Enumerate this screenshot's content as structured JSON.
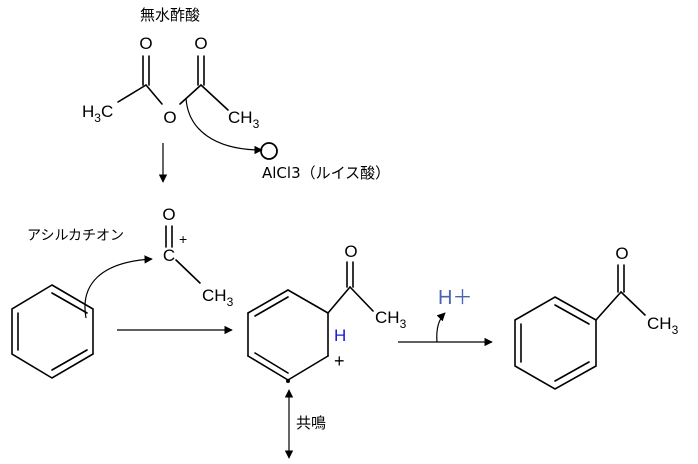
{
  "labels": {
    "anhydride_name": "無水酢酸",
    "lewis_acid": "AlCl3（ルイス酸）",
    "acylium_name": "アシルカチオン",
    "resonance": "共鳴",
    "h3c": "H",
    "h3c_sub": "3",
    "h3c_c": "C",
    "ch": "CH",
    "ch_sub": "3",
    "o": "O",
    "c": "C",
    "plus": "+",
    "h": "H",
    "h_plus": "H＋"
  }
}
